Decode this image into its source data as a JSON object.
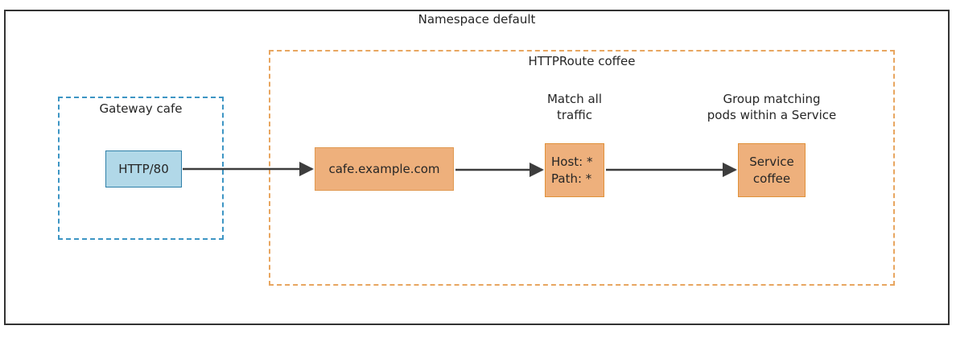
{
  "diagram": {
    "type": "kubernetes-gateway-api-flow",
    "namespace": {
      "label": "Namespace default",
      "border_color": "#333333"
    },
    "httproute": {
      "label": "HTTPRoute coffee",
      "border_color": "#e8a660"
    },
    "gateway": {
      "label": "Gateway cafe",
      "border_color": "#3d95c4"
    },
    "nodes": {
      "listener": {
        "label": "HTTP/80",
        "fill": "#b1d8e8",
        "stroke": "#2e7fa8"
      },
      "hostname": {
        "label": "cafe.example.com",
        "fill": "#eeb07c",
        "stroke": "#e09a52"
      },
      "match": {
        "caption_line1": "Match all",
        "caption_line2": "traffic",
        "line1": "Host: *",
        "line2": "Path: *",
        "fill": "#eeb07c",
        "stroke": "#e0913a"
      },
      "service": {
        "caption_line1": "Group matching",
        "caption_line2": "pods within a Service",
        "line1": "Service",
        "line2": "coffee",
        "fill": "#eeb07c",
        "stroke": "#e0913a"
      }
    },
    "arrows": [
      {
        "name": "listener-to-hostname",
        "from": "HTTP/80",
        "to": "cafe.example.com"
      },
      {
        "name": "hostname-to-match",
        "from": "cafe.example.com",
        "to": "Host: * / Path: *"
      },
      {
        "name": "match-to-service",
        "from": "Host: * / Path: *",
        "to": "Service coffee"
      }
    ],
    "arrow_color": "#3d3d3d"
  }
}
